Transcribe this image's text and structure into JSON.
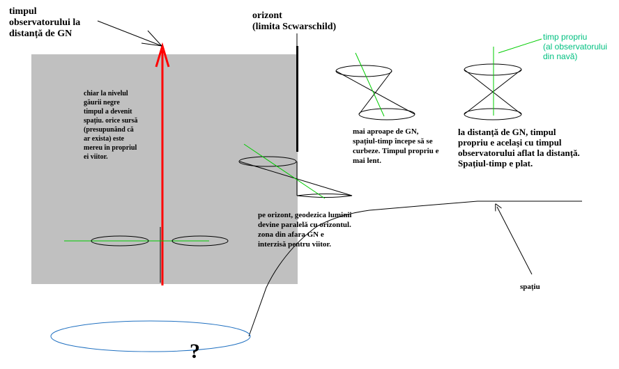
{
  "labels": {
    "timp_observator": "timpul\nobservatorului la\ndistanță de GN",
    "orizont": "orizont\n(limita Scwarschild)",
    "timp_propriu": "timp propriu\n(al observatorului\ndin navă)",
    "interior": "chiar la nivelul\ngăurii negre\ntimpul a devenit\nspațiu. orice sursă\n(presupunând că\nar exista) este\nmereu în propriul\nei viitor.",
    "aproape": "mai aproape de GN,\nspațiul-timp începe să se\ncurbeze. Timpul propriu e\nmai lent.",
    "distanta": "la distanță de GN, timpul\npropriu e acelaşi cu timpul\nobservatorului aflat la distanță.\nSpațiul-timp e plat.",
    "pe_orizont": "pe orizont, geodezica luminii\ndevine paralelă cu orizontul.\nzona din afara GN e\ninterzisă pentru viitor.",
    "spatiu": "spațiu",
    "intrebare": "?"
  },
  "colors": {
    "region": "#c0c0c0",
    "time_arrow": "#ff0000",
    "timelike": "#00cc00",
    "proper_time_label": "#00c080",
    "singularity_ellipse": "#1e6fc0",
    "ink": "#000000"
  }
}
